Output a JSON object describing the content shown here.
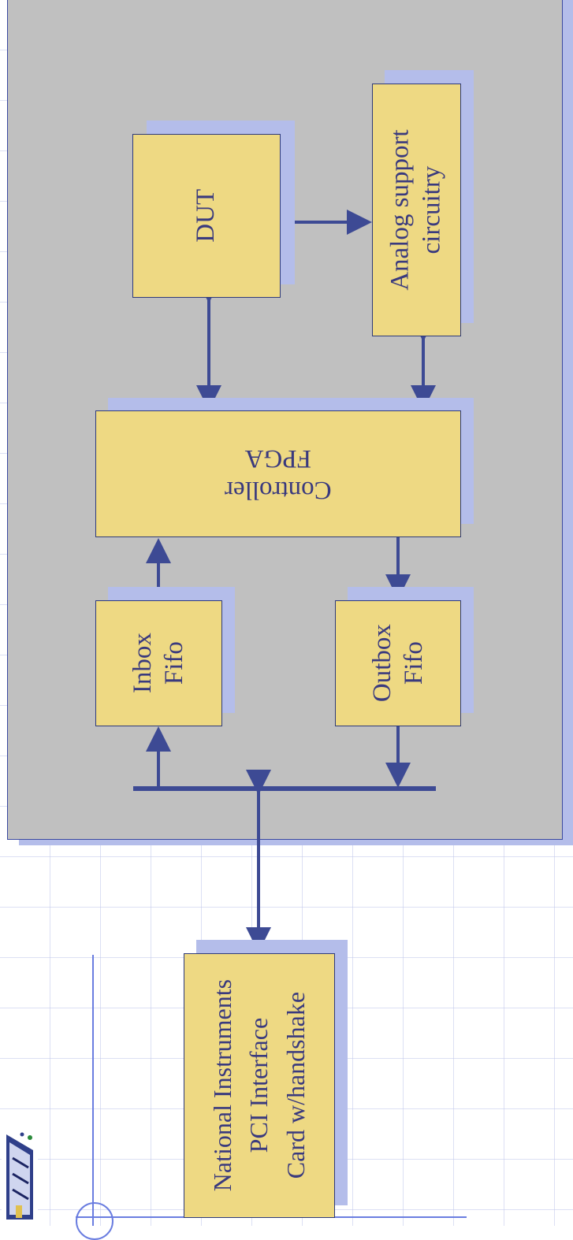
{
  "diagram": {
    "blocks": {
      "dut": {
        "label": "DUT"
      },
      "analog": {
        "line1": "Analog support",
        "line2": "circuitry"
      },
      "controller": {
        "line1": "Controller",
        "line2": "FPGA"
      },
      "inbox": {
        "line1": "Inbox",
        "line2": "Fifo"
      },
      "outbox": {
        "line1": "Outbox",
        "line2": "Fifo"
      },
      "ni_card": {
        "line1": "National Instruments",
        "line2": "PCI Interface",
        "line3": "Card w/handshake"
      }
    },
    "colors": {
      "block_fill": "#eed983",
      "block_border": "#2e3a7a",
      "shadow": "#b4bdea",
      "panel": "#c0c0c0",
      "arrow": "#3d4a94",
      "text": "#3a3a7e"
    },
    "logo_icon": "building-logo-icon"
  }
}
